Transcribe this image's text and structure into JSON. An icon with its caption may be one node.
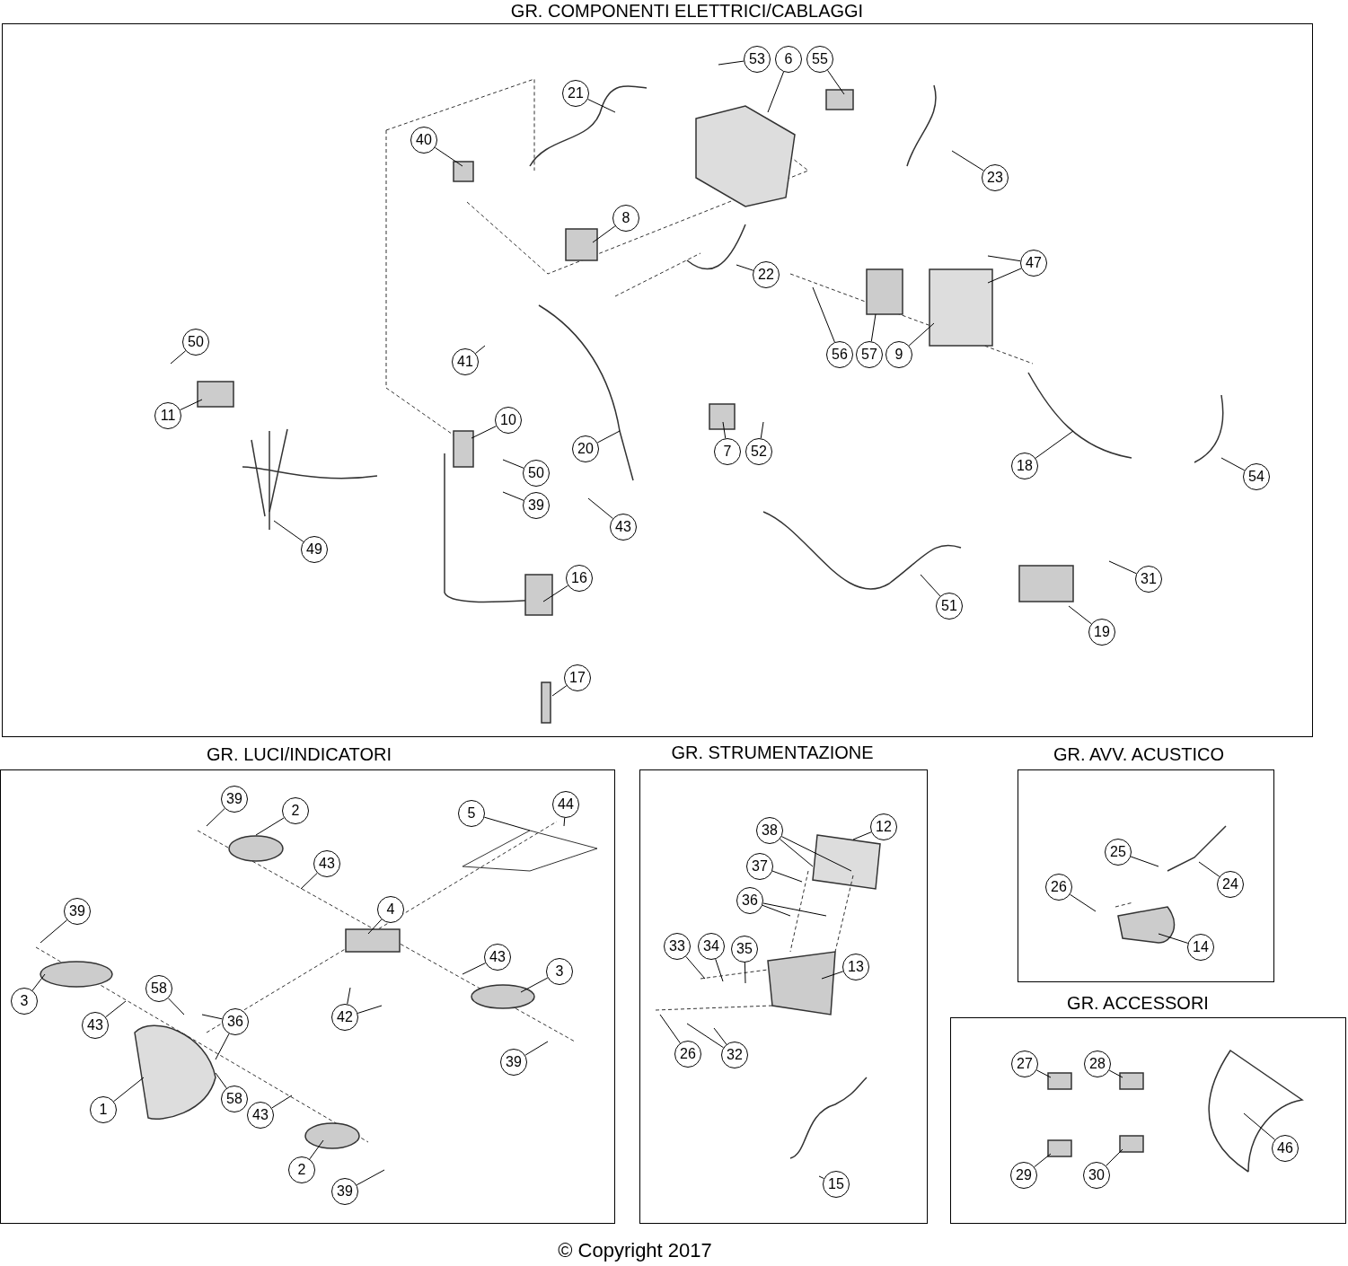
{
  "diagram": {
    "nodes": [
      {
        "text": [
          "GR. COMPONENTI ELETTRICI/CABLAGGI"
        ]
      },
      {
        "text": [
          "GR. LUCI/INDICATORI"
        ]
      },
      {
        "text": [
          "GR. STRUMENTAZIONE"
        ]
      },
      {
        "text": [
          "GR. AVV. ACUSTICO"
        ]
      },
      {
        "text": [
          "GR. ACCESSORI"
        ]
      },
      {
        "text": [
          "53"
        ],
        "in": 0
      },
      {
        "text": [
          "6"
        ],
        "in": 0
      },
      {
        "text": [
          "55"
        ],
        "in": 0
      },
      {
        "text": [
          "21"
        ],
        "in": 0
      },
      {
        "text": [
          "40"
        ],
        "in": 0
      },
      {
        "text": [
          "23"
        ],
        "in": 0
      },
      {
        "text": [
          "8"
        ],
        "in": 0
      },
      {
        "text": [
          "22"
        ],
        "in": 0
      },
      {
        "text": [
          "47"
        ],
        "in": 0
      },
      {
        "text": [
          "56"
        ],
        "in": 0
      },
      {
        "text": [
          "57"
        ],
        "in": 0
      },
      {
        "text": [
          "9"
        ],
        "in": 0
      },
      {
        "text": [
          "50"
        ],
        "in": 0
      },
      {
        "text": [
          "41"
        ],
        "in": 0
      },
      {
        "text": [
          "11"
        ],
        "in": 0
      },
      {
        "text": [
          "10"
        ],
        "in": 0
      },
      {
        "text": [
          "7"
        ],
        "in": 0
      },
      {
        "text": [
          "52"
        ],
        "in": 0
      },
      {
        "text": [
          "20"
        ],
        "in": 0
      },
      {
        "text": [
          "50"
        ],
        "in": 0
      },
      {
        "text": [
          "18"
        ],
        "in": 0
      },
      {
        "text": [
          "54"
        ],
        "in": 0
      },
      {
        "text": [
          "39"
        ],
        "in": 0
      },
      {
        "text": [
          "43"
        ],
        "in": 0
      },
      {
        "text": [
          "49"
        ],
        "in": 0
      },
      {
        "text": [
          "16"
        ],
        "in": 0
      },
      {
        "text": [
          "31"
        ],
        "in": 0
      },
      {
        "text": [
          "51"
        ],
        "in": 0
      },
      {
        "text": [
          "19"
        ],
        "in": 0
      },
      {
        "text": [
          "17"
        ],
        "in": 0
      },
      {
        "text": [
          "39"
        ],
        "in": 1
      },
      {
        "text": [
          "2"
        ],
        "in": 1
      },
      {
        "text": [
          "5"
        ],
        "in": 1
      },
      {
        "text": [
          "44"
        ],
        "in": 1
      },
      {
        "text": [
          "43"
        ],
        "in": 1
      },
      {
        "text": [
          "39"
        ],
        "in": 1
      },
      {
        "text": [
          "4"
        ],
        "in": 1
      },
      {
        "text": [
          "43"
        ],
        "in": 1
      },
      {
        "text": [
          "3"
        ],
        "in": 1
      },
      {
        "text": [
          "3"
        ],
        "in": 1
      },
      {
        "text": [
          "58"
        ],
        "in": 1
      },
      {
        "text": [
          "43"
        ],
        "in": 1
      },
      {
        "text": [
          "36"
        ],
        "in": 1
      },
      {
        "text": [
          "42"
        ],
        "in": 1
      },
      {
        "text": [
          "39"
        ],
        "in": 1
      },
      {
        "text": [
          "1"
        ],
        "in": 1
      },
      {
        "text": [
          "58"
        ],
        "in": 1
      },
      {
        "text": [
          "43"
        ],
        "in": 1
      },
      {
        "text": [
          "2"
        ],
        "in": 1
      },
      {
        "text": [
          "39"
        ],
        "in": 1
      },
      {
        "text": [
          "38"
        ],
        "in": 2
      },
      {
        "text": [
          "12"
        ],
        "in": 2
      },
      {
        "text": [
          "37"
        ],
        "in": 2
      },
      {
        "text": [
          "36"
        ],
        "in": 2
      },
      {
        "text": [
          "33"
        ],
        "in": 2
      },
      {
        "text": [
          "34"
        ],
        "in": 2
      },
      {
        "text": [
          "35"
        ],
        "in": 2
      },
      {
        "text": [
          "13"
        ],
        "in": 2
      },
      {
        "text": [
          "26"
        ],
        "in": 2
      },
      {
        "text": [
          "32"
        ],
        "in": 2
      },
      {
        "text": [
          "15"
        ],
        "in": 2
      },
      {
        "text": [
          "25"
        ],
        "in": 3
      },
      {
        "text": [
          "26"
        ],
        "in": 3
      },
      {
        "text": [
          "24"
        ],
        "in": 3
      },
      {
        "text": [
          "14"
        ],
        "in": 3
      },
      {
        "text": [
          "27"
        ],
        "in": 4
      },
      {
        "text": [
          "28"
        ],
        "in": 4
      },
      {
        "text": [
          "46"
        ],
        "in": 4
      },
      {
        "text": [
          "29"
        ],
        "in": 4
      },
      {
        "text": [
          "30"
        ],
        "in": 4
      }
    ],
    "edges": [
      {
        "from": 5,
        "to": null,
        "arrow": "none"
      },
      {
        "from": 6,
        "to": null,
        "arrow": "none"
      },
      {
        "from": 7,
        "to": null,
        "arrow": "none"
      },
      {
        "from": 8,
        "to": null,
        "arrow": "none"
      },
      {
        "from": 9,
        "to": null,
        "arrow": "none"
      },
      {
        "from": 10,
        "to": null,
        "arrow": "none"
      },
      {
        "from": 11,
        "to": null,
        "arrow": "none"
      },
      {
        "from": 12,
        "to": null,
        "arrow": "none"
      },
      {
        "from": 13,
        "to": null,
        "arrow": "none"
      },
      {
        "from": 13,
        "to": null,
        "arrow": "none"
      },
      {
        "from": 14,
        "to": null,
        "arrow": "none"
      },
      {
        "from": 15,
        "to": null,
        "arrow": "none"
      },
      {
        "from": 16,
        "to": null,
        "arrow": "none"
      },
      {
        "from": 17,
        "to": null,
        "arrow": "none"
      },
      {
        "from": 18,
        "to": null,
        "arrow": "none"
      },
      {
        "from": 19,
        "to": null,
        "arrow": "none"
      },
      {
        "from": 20,
        "to": null,
        "arrow": "none"
      },
      {
        "from": 21,
        "to": null,
        "arrow": "none"
      },
      {
        "from": 22,
        "to": null,
        "arrow": "none"
      },
      {
        "from": 23,
        "to": null,
        "arrow": "none"
      },
      {
        "from": 24,
        "to": null,
        "arrow": "none"
      },
      {
        "from": 25,
        "to": null,
        "arrow": "none"
      },
      {
        "from": 26,
        "to": null,
        "arrow": "none"
      },
      {
        "from": 27,
        "to": null,
        "arrow": "none"
      },
      {
        "from": 28,
        "to": null,
        "arrow": "none"
      },
      {
        "from": 29,
        "to": null,
        "arrow": "none"
      },
      {
        "from": 30,
        "to": null,
        "arrow": "none"
      },
      {
        "from": 31,
        "to": null,
        "arrow": "none"
      },
      {
        "from": 32,
        "to": null,
        "arrow": "none"
      },
      {
        "from": 33,
        "to": null,
        "arrow": "none"
      },
      {
        "from": 34,
        "to": null,
        "arrow": "none"
      },
      {
        "from": 35,
        "to": null,
        "arrow": "none"
      },
      {
        "from": 36,
        "to": null,
        "arrow": "none"
      },
      {
        "from": 37,
        "to": null,
        "arrow": "none"
      },
      {
        "from": 38,
        "to": null,
        "arrow": "none"
      },
      {
        "from": 39,
        "to": null,
        "arrow": "none"
      },
      {
        "from": 40,
        "to": null,
        "arrow": "none"
      },
      {
        "from": 41,
        "to": null,
        "arrow": "none"
      },
      {
        "from": 42,
        "to": null,
        "arrow": "none"
      },
      {
        "from": 43,
        "to": null,
        "arrow": "none"
      },
      {
        "from": 44,
        "to": null,
        "arrow": "none"
      },
      {
        "from": 45,
        "to": null,
        "arrow": "none"
      },
      {
        "from": 46,
        "to": null,
        "arrow": "none"
      },
      {
        "from": 47,
        "to": null,
        "arrow": "none"
      },
      {
        "from": 47,
        "to": null,
        "arrow": "none"
      },
      {
        "from": 48,
        "to": null,
        "arrow": "none"
      },
      {
        "from": 48,
        "to": null,
        "arrow": "none"
      },
      {
        "from": 49,
        "to": null,
        "arrow": "none"
      },
      {
        "from": 50,
        "to": null,
        "arrow": "none"
      },
      {
        "from": 51,
        "to": null,
        "arrow": "none"
      },
      {
        "from": 52,
        "to": null,
        "arrow": "none"
      },
      {
        "from": 53,
        "to": null,
        "arrow": "none"
      },
      {
        "from": 54,
        "to": null,
        "arrow": "none"
      },
      {
        "from": 55,
        "to": null,
        "arrow": "none"
      },
      {
        "from": 55,
        "to": null,
        "arrow": "none"
      },
      {
        "from": 56,
        "to": null,
        "arrow": "none"
      },
      {
        "from": 57,
        "to": null,
        "arrow": "none"
      },
      {
        "from": 58,
        "to": null,
        "arrow": "none"
      },
      {
        "from": 58,
        "to": null,
        "arrow": "none"
      },
      {
        "from": 59,
        "to": null,
        "arrow": "none"
      },
      {
        "from": 60,
        "to": null,
        "arrow": "none"
      },
      {
        "from": 61,
        "to": null,
        "arrow": "none"
      },
      {
        "from": 62,
        "to": null,
        "arrow": "none"
      },
      {
        "from": 63,
        "to": null,
        "arrow": "none"
      },
      {
        "from": 64,
        "to": null,
        "arrow": "none"
      },
      {
        "from": 64,
        "to": null,
        "arrow": "none"
      },
      {
        "from": 65,
        "to": null,
        "arrow": "none"
      },
      {
        "from": 66,
        "to": null,
        "arrow": "none"
      },
      {
        "from": 67,
        "to": null,
        "arrow": "none"
      },
      {
        "from": 68,
        "to": null,
        "arrow": "none"
      },
      {
        "from": 69,
        "to": null,
        "arrow": "none"
      },
      {
        "from": 70,
        "to": null,
        "arrow": "none"
      },
      {
        "from": 71,
        "to": null,
        "arrow": "none"
      },
      {
        "from": 72,
        "to": null,
        "arrow": "none"
      },
      {
        "from": 73,
        "to": null,
        "arrow": "none"
      },
      {
        "from": 74,
        "to": null,
        "arrow": "none"
      }
    ],
    "labels": [
      "© Copyright 2017"
    ]
  }
}
